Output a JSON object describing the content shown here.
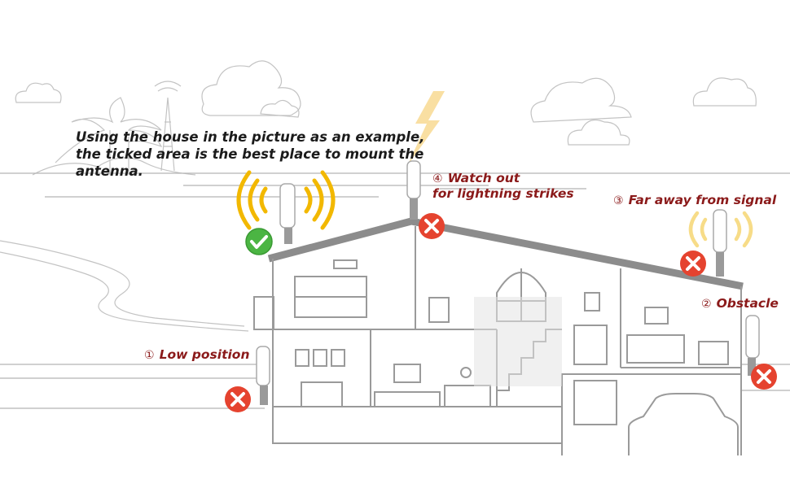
{
  "intro": {
    "line1": "Using the house in the picture as an example,",
    "line2": "the ticked area is the best place to mount the",
    "line3": "antenna."
  },
  "labels": [
    {
      "num": "①",
      "text": "Low position"
    },
    {
      "num": "②",
      "text": "Obstacle"
    },
    {
      "num": "③",
      "text": "Far away from signal"
    },
    {
      "num": "④",
      "text": "Watch out"
    }
  ],
  "label4_line2": "for lightning strikes",
  "colors": {
    "line": "#b5b5b5",
    "wall": "#9a9a9a",
    "roof": "#8c8c8c",
    "signal": "#f2b800",
    "signal_weak": "#f7dc88",
    "label_red": "#8b1a1a",
    "cross": "#e5432f",
    "tick": "#4bb543",
    "lightning": "#f9dfa2"
  },
  "icons": {
    "tick": "check-icon",
    "cross": "cross-icon",
    "lightning": "lightning-icon"
  }
}
